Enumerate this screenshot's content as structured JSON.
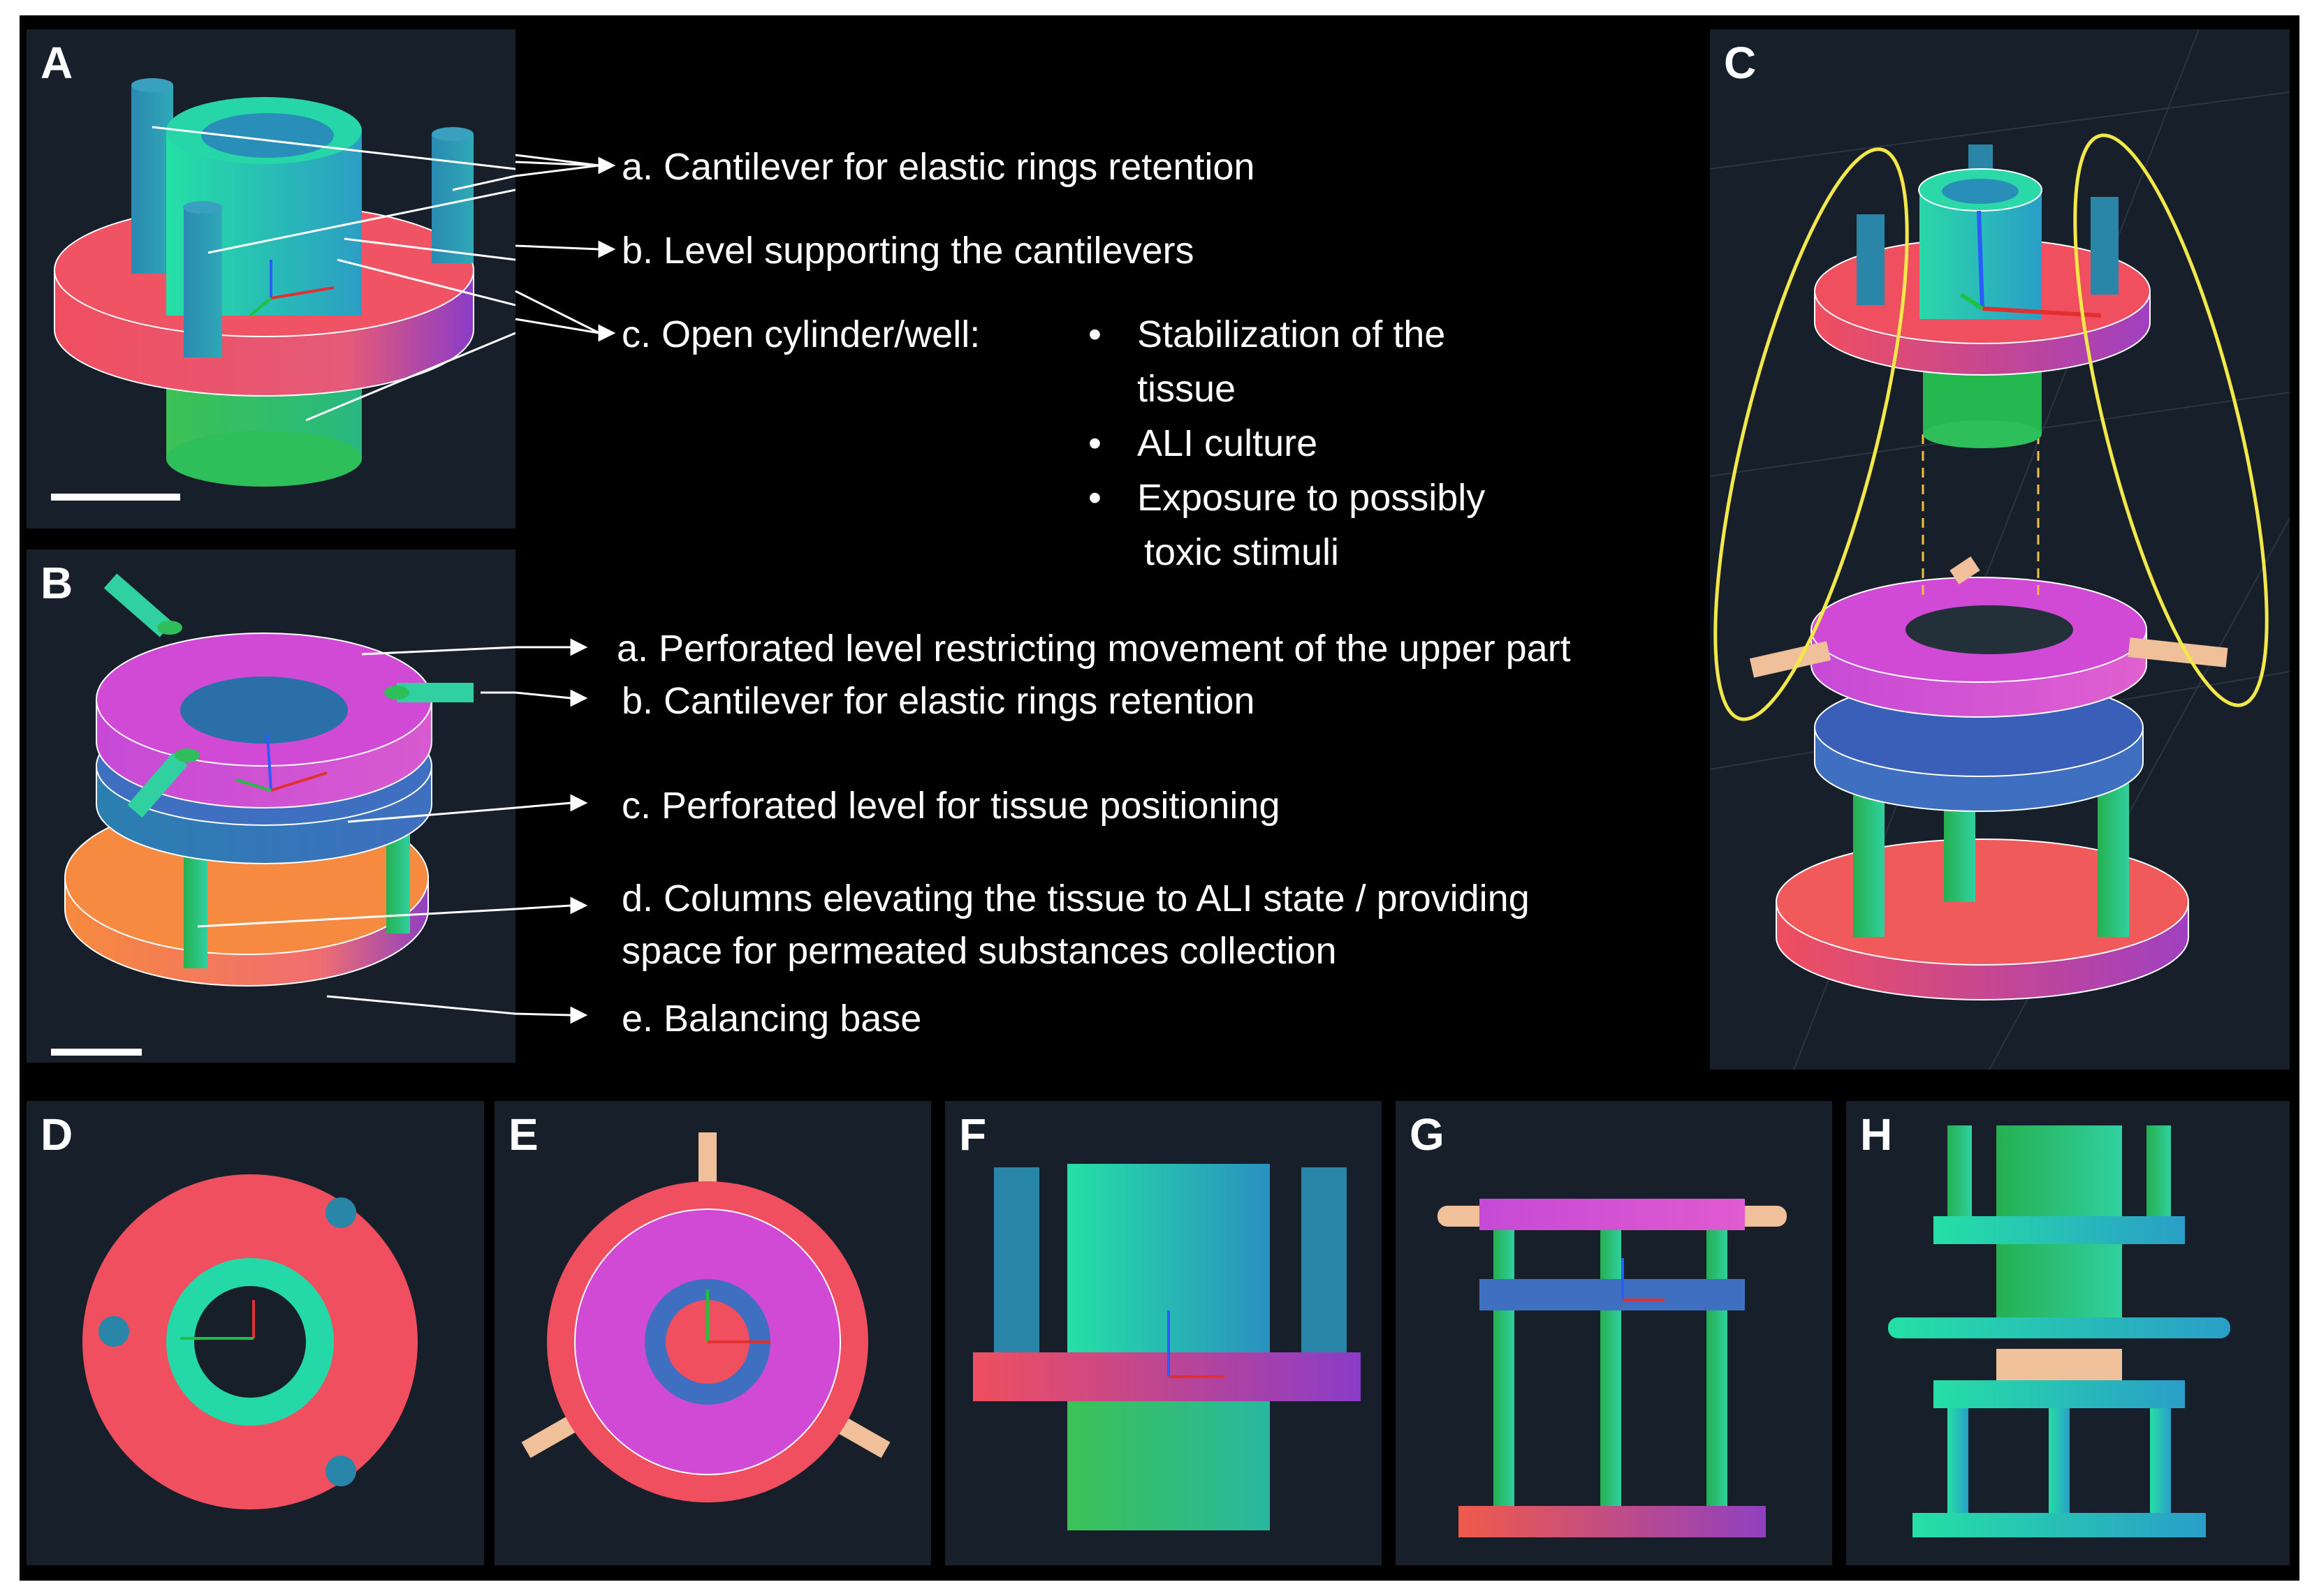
{
  "panel_labels": {
    "A": "A",
    "B": "B",
    "C": "C",
    "D": "D",
    "E": "E",
    "F": "F",
    "G": "G",
    "H": "H"
  },
  "annotations_A": {
    "a": "a. Cantilever for elastic rings retention",
    "b": "b. Level supporting the cantilevers",
    "c": "c. Open cylinder/well:",
    "c_bullets": [
      "Stabilization of the",
      "tissue",
      "ALI culture",
      "Exposure to possibly",
      "toxic stimuli"
    ],
    "bullet_symbol": "•"
  },
  "annotations_B": {
    "a": "a. Perforated level restricting movement of the upper part",
    "b": "b. Cantilever for elastic rings retention",
    "c": "c. Perforated level for tissue positioning",
    "d_line1": "d. Columns elevating the tissue to ALI state / providing",
    "d_line2": "space for permeated substances collection",
    "e": "e. Balancing base"
  },
  "colors": {
    "background": "#000000",
    "panel_bg": "#17202a",
    "cantilever_blue": "#2a86a8",
    "well_green": "#1fd8a0",
    "level_red": "#ef4f5f",
    "level_magenta": "#d04ad6",
    "level_blue": "#3f6fc0",
    "base_orange": "#f58a40",
    "column_green": "#2fbf5a",
    "pin_peach": "#f0c09a",
    "highlight_yellow": "#f2e84a"
  }
}
